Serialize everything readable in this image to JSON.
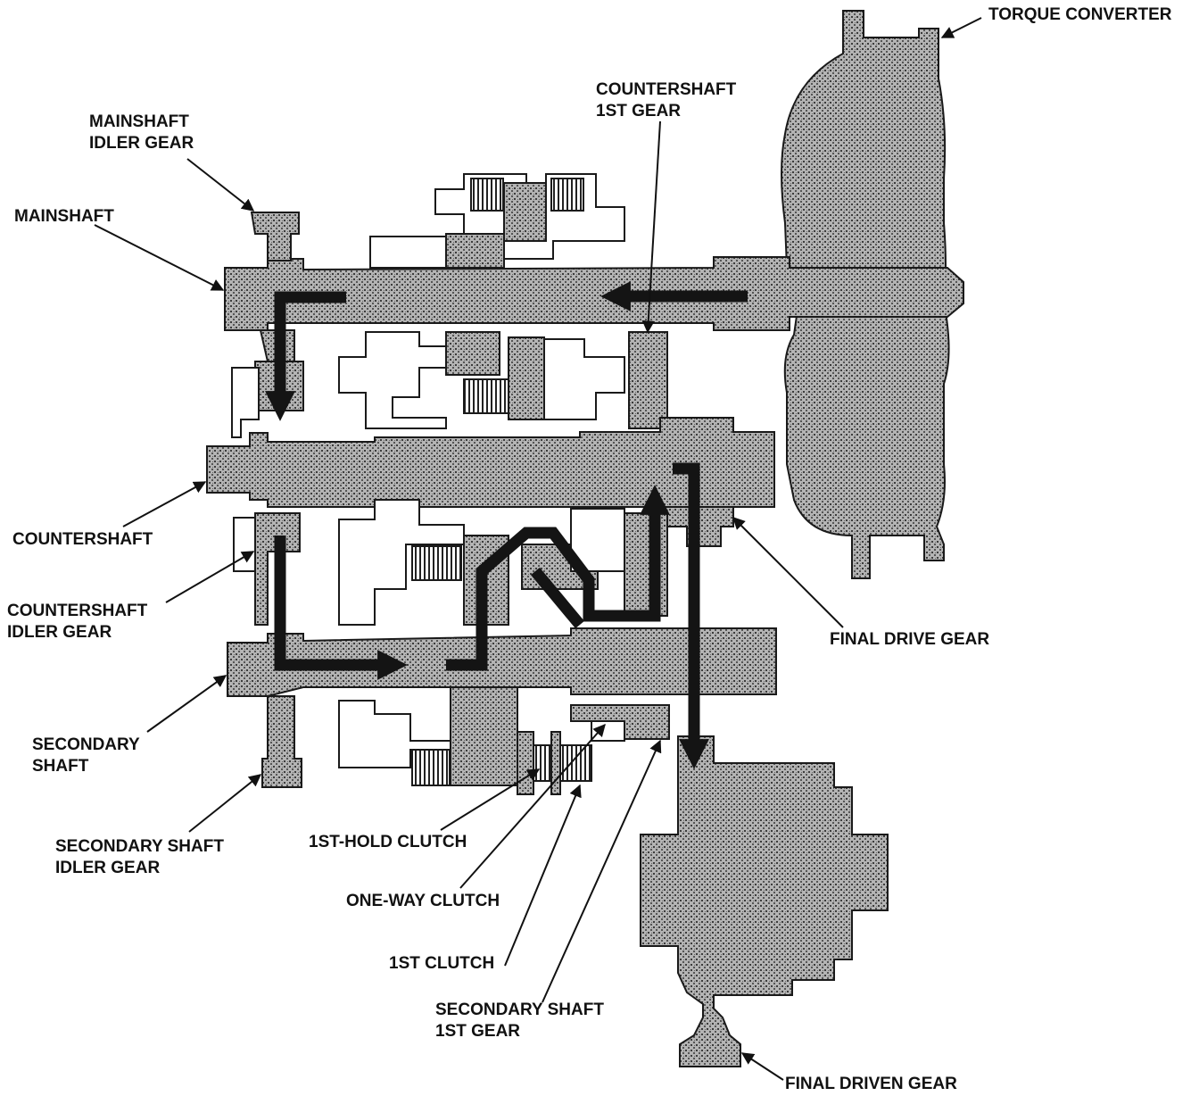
{
  "labels": {
    "torque_converter": "TORQUE CONVERTER",
    "countershaft_1st_gear": [
      "COUNTERSHAFT",
      "1ST GEAR"
    ],
    "mainshaft_idler_gear": [
      "MAINSHAFT",
      "IDLER GEAR"
    ],
    "mainshaft": "MAINSHAFT",
    "countershaft": "COUNTERSHAFT",
    "countershaft_idler_gear": [
      "COUNTERSHAFT",
      "IDLER GEAR"
    ],
    "final_drive_gear": "FINAL DRIVE GEAR",
    "secondary_shaft": [
      "SECONDARY",
      "SHAFT"
    ],
    "secondary_shaft_idler_gear": [
      "SECONDARY SHAFT",
      "IDLER GEAR"
    ],
    "first_hold_clutch": "1ST-HOLD CLUTCH",
    "one_way_clutch": "ONE-WAY CLUTCH",
    "first_clutch": "1ST CLUTCH",
    "secondary_shaft_1st_gear": [
      "SECONDARY SHAFT",
      "1ST GEAR"
    ],
    "final_driven_gear": "FINAL DRIVEN GEAR"
  },
  "colors": {
    "line": "#1a1a1a",
    "stipple": "#8c8c8c",
    "background": "#ffffff"
  }
}
